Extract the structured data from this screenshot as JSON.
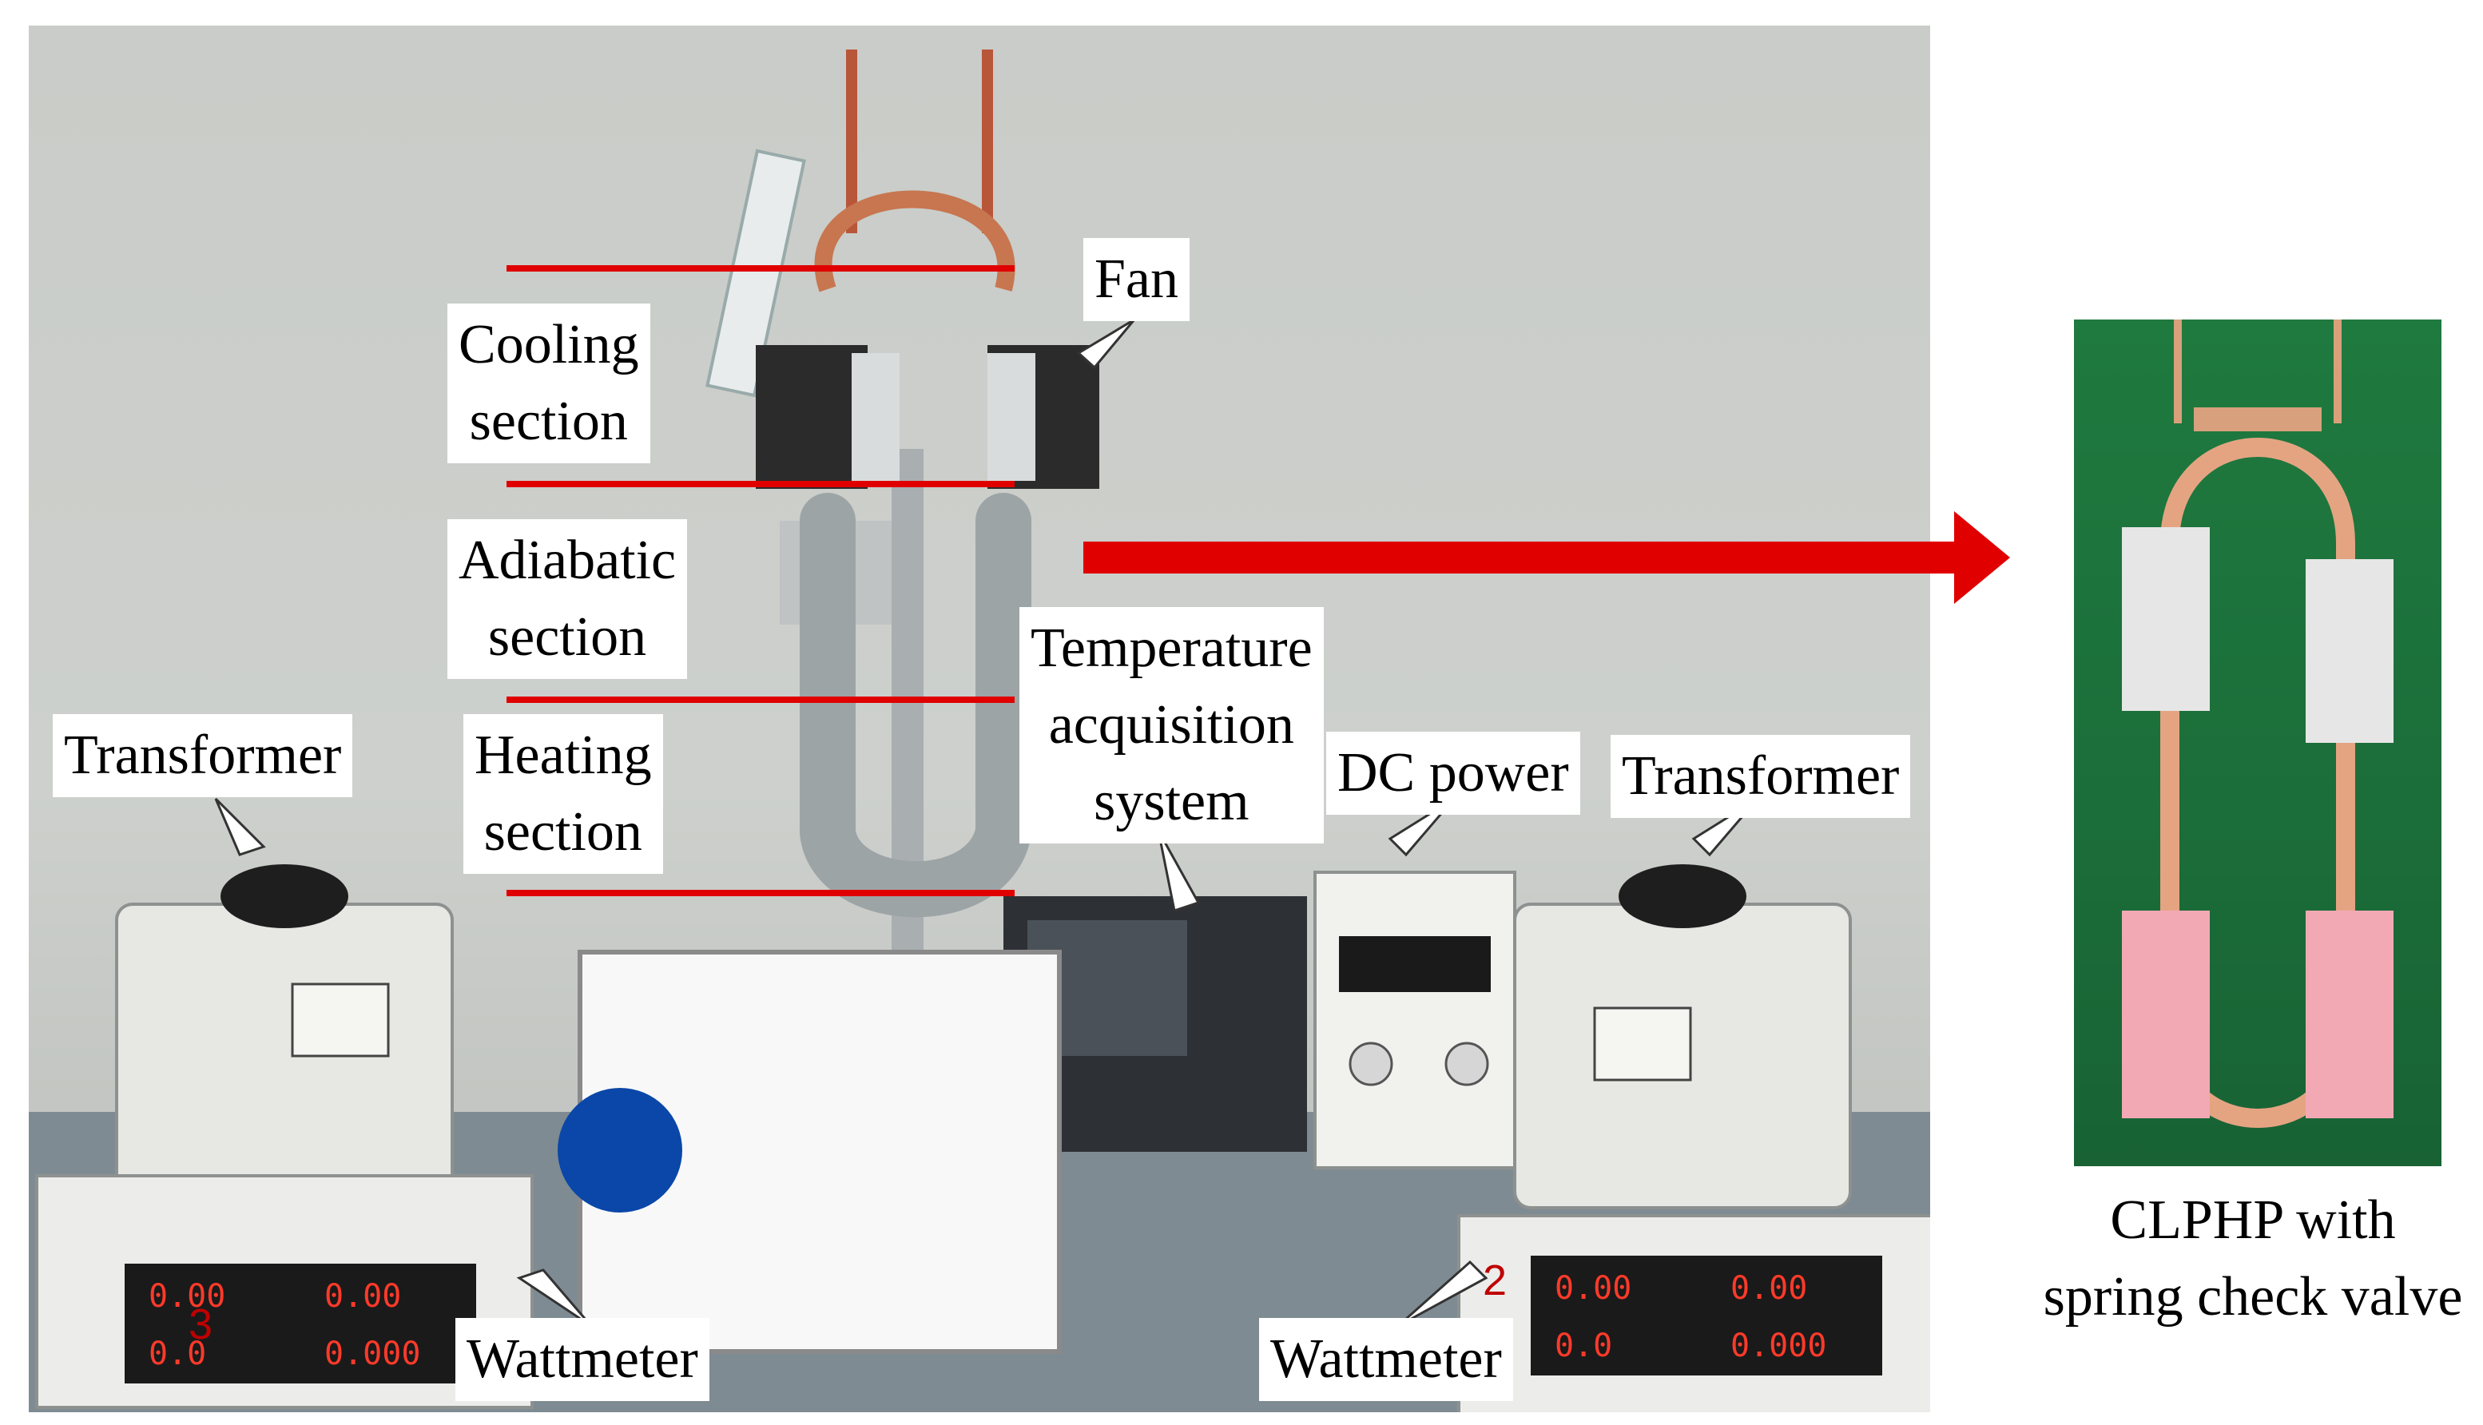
{
  "labels": {
    "fan": "Fan",
    "cooling": "Cooling",
    "cooling_2": "section",
    "adiabatic": "Adiabatic",
    "adiabatic_2": "section",
    "heating": "Heating",
    "heating_2": "section",
    "temperature": "Temperature",
    "temperature_2": "acquisition",
    "temperature_3": "system",
    "dc_power": "DC power",
    "transformer_left": "Transformer",
    "transformer_right": "Transformer",
    "wattmeter_left": "Wattmeter",
    "wattmeter_right": "Wattmeter"
  },
  "caption": {
    "line1": "CLPHP with",
    "line2": "spring check valve"
  },
  "meter_left": {
    "r1": "0.00",
    "r2": "0.00",
    "r3": "0.0",
    "r4": "0.000",
    "tag": "3"
  },
  "meter_right": {
    "r1": "0.00",
    "r2": "0.00",
    "r3": "0.0",
    "r4": "0.000",
    "tag": "2"
  },
  "colors": {
    "marker_red": "#e00000",
    "marker_blue": "#0a47a8",
    "inset_green": "#1f7a3f"
  }
}
